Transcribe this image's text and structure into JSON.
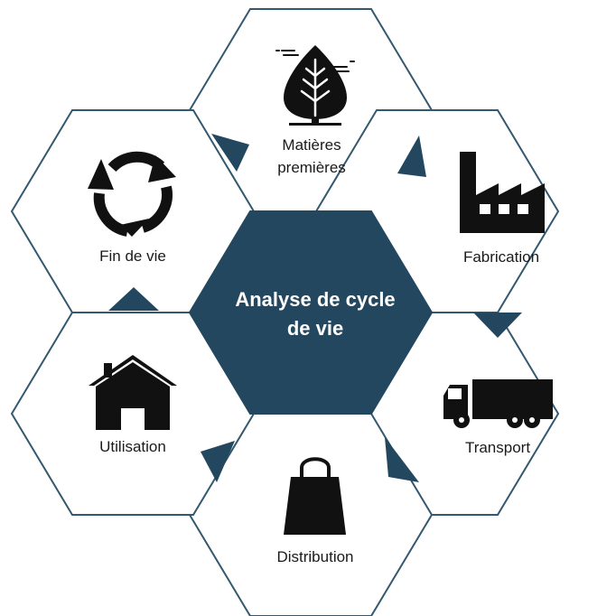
{
  "title": {
    "line1": "Analyse de cycle",
    "line2": "de vie"
  },
  "stages": {
    "raw_materials": {
      "line1": "Matières",
      "line2": "premières",
      "icon": "leaf-icon"
    },
    "manufacturing": {
      "label": "Fabrication",
      "icon": "factory-icon"
    },
    "transport": {
      "label": "Transport",
      "icon": "truck-icon"
    },
    "distribution": {
      "label": "Distribution",
      "icon": "shopping-bag-icon"
    },
    "use": {
      "label": "Utilisation",
      "icon": "house-icon"
    },
    "end_of_life": {
      "label": "Fin de vie",
      "icon": "recycle-icon"
    }
  },
  "colors": {
    "accent": "#23475e",
    "outline": "#34586f",
    "icon": "#111111"
  }
}
